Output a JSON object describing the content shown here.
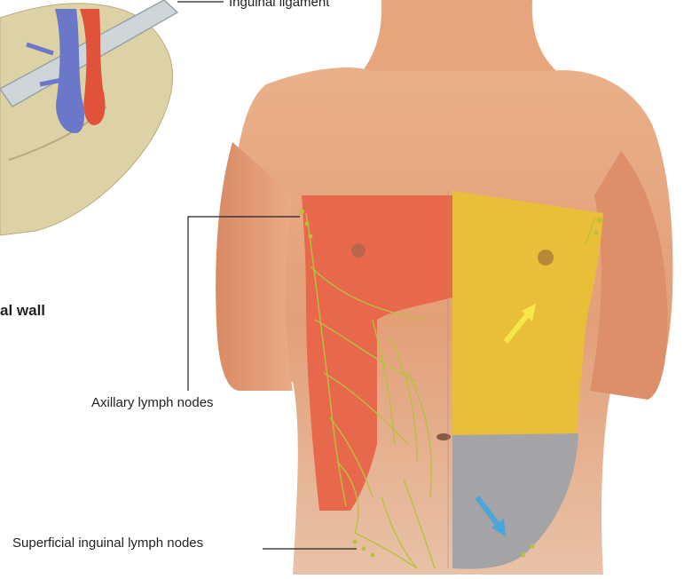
{
  "labels": {
    "inguinal_ligament": "Inguinal ligament",
    "section_heading_fragment": "al wall",
    "axillary_lymph_nodes": "Axillary lymph nodes",
    "superficial_inguinal_lymph_nodes": "Superficial inguinal lymph nodes"
  },
  "colors": {
    "skin": "#e7a77f",
    "lymph_region_upper_left": "#e8684c",
    "lymph_region_upper_right": "#e9bf3a",
    "lymph_region_lower_right": "#a4a3a6",
    "lymph_vessels": "#b7c13a",
    "pelvis_bone": "#ddd2a6",
    "artery": "#e0523a",
    "vein": "#6b78c9",
    "arrow_upper": "#f7e84a",
    "arrow_lower": "#4aa5dc"
  },
  "icons": {
    "arrow_upper": "arrow-up-right-icon",
    "arrow_lower": "arrow-down-right-icon"
  }
}
